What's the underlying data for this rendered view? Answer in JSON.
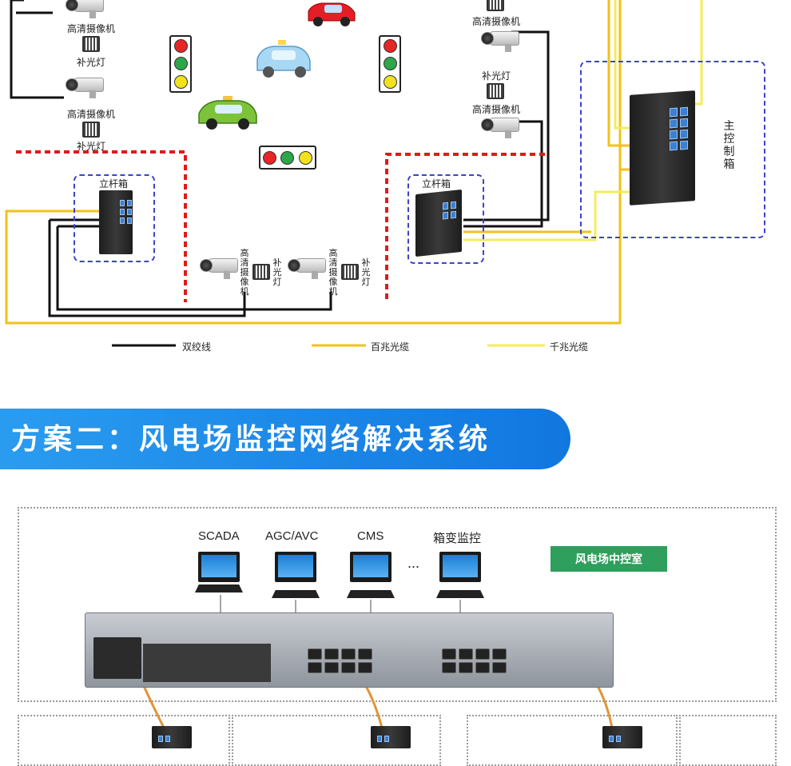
{
  "top_diagram": {
    "cameras_left": [
      {
        "camera_label": "高清摄像机",
        "light_label": "补光灯"
      },
      {
        "camera_label": "高清摄像机",
        "light_label": "补光灯"
      }
    ],
    "cameras_right": [
      {
        "camera_label": "高清摄像机",
        "light_label": "补光灯"
      },
      {
        "camera_label": "高清摄像机",
        "light_label": ""
      }
    ],
    "bottom_cameras": [
      {
        "camera_label": "高清摄像机",
        "light_label": "补光灯"
      },
      {
        "camera_label": "高清摄像机",
        "light_label": "补光灯"
      }
    ],
    "pole_box_left": "立杆箱",
    "pole_box_right": "立杆箱",
    "main_box": "主控制箱",
    "legend": [
      {
        "label": "双绞线",
        "color": "#111111"
      },
      {
        "label": "百兆光缆",
        "color": "#f2c21a"
      },
      {
        "label": "千兆光缆",
        "color": "#f5ec5a"
      }
    ]
  },
  "section2": {
    "title": "方案二：风电场监控网络解决系统",
    "control_room": "风电场中控室",
    "terminals": [
      {
        "label": "SCADA",
        "type": "laptop"
      },
      {
        "label": "AGC/AVC",
        "type": "desktop"
      },
      {
        "label": "CMS",
        "type": "desktop"
      },
      {
        "label": "箱变监控",
        "type": "desktop"
      }
    ],
    "ellipsis": "..."
  },
  "colors": {
    "banner": "#1a86e8",
    "green_tag": "#2e9f5c",
    "red_dashed": "#e01a1a",
    "blue_dashed": "#3a44c8"
  }
}
